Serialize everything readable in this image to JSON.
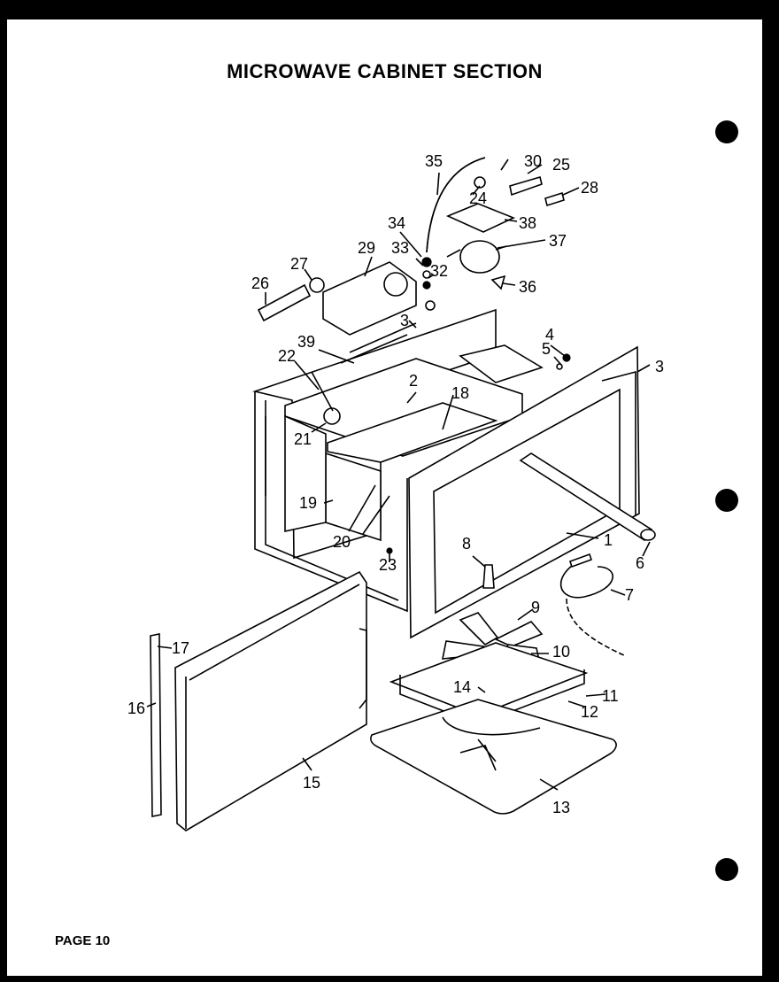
{
  "title": "MICROWAVE CABINET SECTION",
  "page_label": "PAGE 10",
  "callouts": {
    "c1": "1",
    "c2": "2",
    "c3a": "3",
    "c3b": "3",
    "c4": "4",
    "c5": "5",
    "c6": "6",
    "c7": "7",
    "c8": "8",
    "c9": "9",
    "c10": "10",
    "c11": "11",
    "c12": "12",
    "c13": "13",
    "c14": "14",
    "c15": "15",
    "c16": "16",
    "c17": "17",
    "c18": "18",
    "c19": "19",
    "c20": "20",
    "c21": "21",
    "c22": "22",
    "c23": "23",
    "c24": "24",
    "c25": "25",
    "c26": "26",
    "c27": "27",
    "c28": "28",
    "c29": "29",
    "c30": "30",
    "c32": "32",
    "c33": "33",
    "c34": "34",
    "c35": "35",
    "c36": "36",
    "c37": "37",
    "c38": "38",
    "c39": "39"
  }
}
